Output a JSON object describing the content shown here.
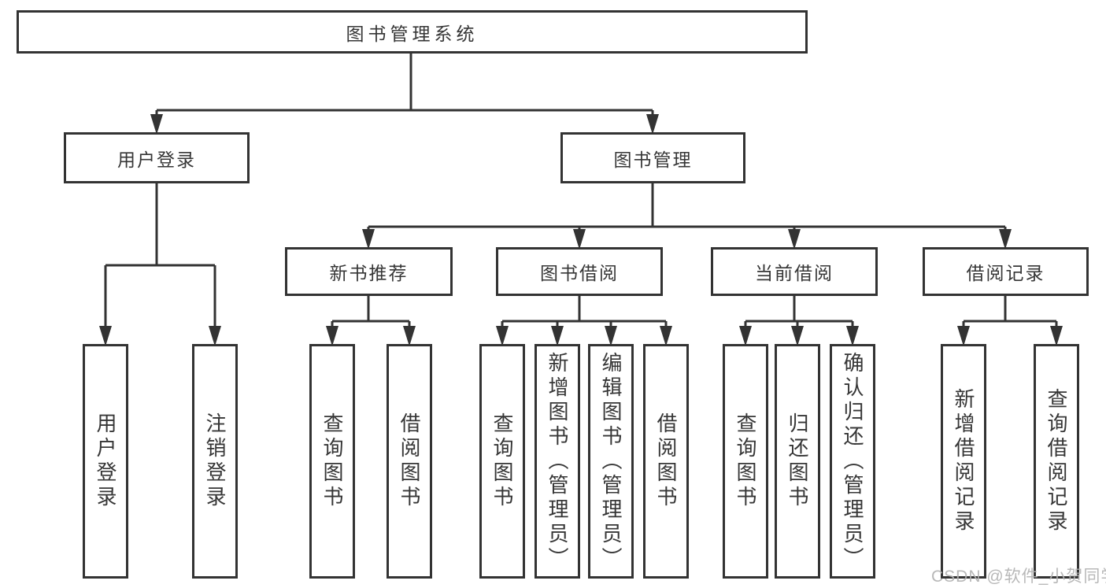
{
  "colors": {
    "line": "#333333",
    "text": "#363636",
    "background": "#ffffff",
    "watermark": "#b2b2b2"
  },
  "tree": {
    "root": {
      "label": "图书管理系统"
    },
    "branches": [
      {
        "label": "用户登录",
        "children": [
          {
            "label": "用户登录"
          },
          {
            "label": "注销登录"
          }
        ]
      },
      {
        "label": "图书管理",
        "children": [
          {
            "label": "新书推荐",
            "children": [
              {
                "label": "查询图书"
              },
              {
                "label": "借阅图书"
              }
            ]
          },
          {
            "label": "图书借阅",
            "children": [
              {
                "label": "查询图书"
              },
              {
                "label": "新增图书（管理员）"
              },
              {
                "label": "编辑图书（管理员）"
              },
              {
                "label": "借阅图书"
              }
            ]
          },
          {
            "label": "当前借阅",
            "children": [
              {
                "label": "查询图书"
              },
              {
                "label": "归还图书"
              },
              {
                "label": "确认归还（管理员）"
              }
            ]
          },
          {
            "label": "借阅记录",
            "children": [
              {
                "label": "新增借阅记录"
              },
              {
                "label": "查询借阅记录"
              }
            ]
          }
        ]
      }
    ]
  },
  "watermark": "CSDN @软件_小贺同学"
}
